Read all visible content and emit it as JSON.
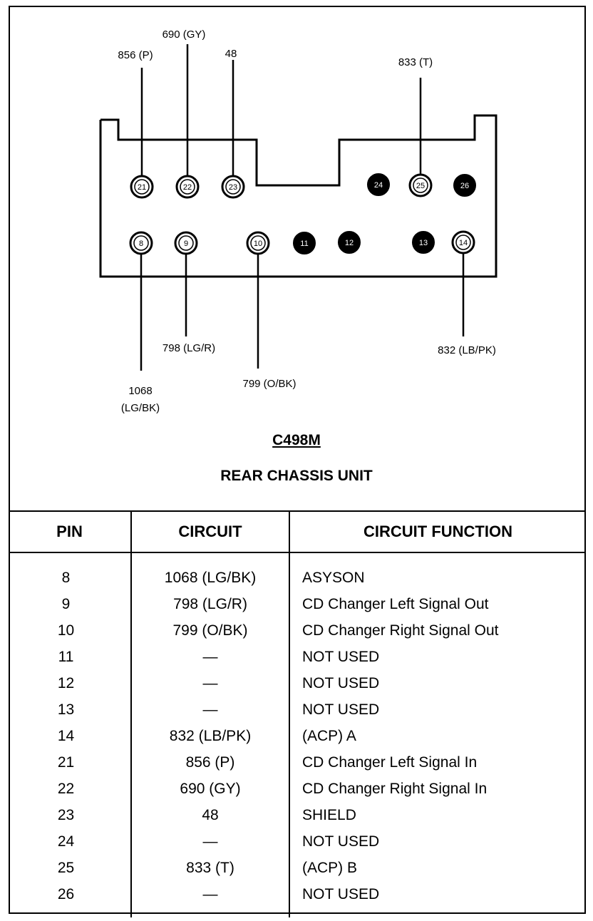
{
  "connector": {
    "name": "C498M",
    "description": "REAR CHASSIS UNIT"
  },
  "pins": [
    {
      "pin": "21",
      "filled": false,
      "wire": "856 (P)"
    },
    {
      "pin": "22",
      "filled": false,
      "wire": "690 (GY)"
    },
    {
      "pin": "23",
      "filled": false,
      "wire": "48"
    },
    {
      "pin": "24",
      "filled": true,
      "wire": ""
    },
    {
      "pin": "25",
      "filled": false,
      "wire": "833 (T)"
    },
    {
      "pin": "26",
      "filled": true,
      "wire": ""
    },
    {
      "pin": "8",
      "filled": false,
      "wire_line1": "1068",
      "wire_line2": "(LG/BK)"
    },
    {
      "pin": "9",
      "filled": false,
      "wire": "798 (LG/R)"
    },
    {
      "pin": "10",
      "filled": false,
      "wire": "799 (O/BK)"
    },
    {
      "pin": "11",
      "filled": true,
      "wire": ""
    },
    {
      "pin": "12",
      "filled": true,
      "wire": ""
    },
    {
      "pin": "13",
      "filled": true,
      "wire": ""
    },
    {
      "pin": "14",
      "filled": false,
      "wire": "832 (LB/PK)"
    }
  ],
  "table": {
    "headers": {
      "pin": "PIN",
      "circuit": "CIRCUIT",
      "function": "CIRCUIT FUNCTION"
    },
    "rows": [
      {
        "pin": "8",
        "circuit": "1068 (LG/BK)",
        "function": "ASYSON"
      },
      {
        "pin": "9",
        "circuit": "798 (LG/R)",
        "function": "CD Changer Left Signal Out"
      },
      {
        "pin": "10",
        "circuit": "799 (O/BK)",
        "function": "CD Changer Right Signal Out"
      },
      {
        "pin": "11",
        "circuit": "—",
        "function": "NOT USED"
      },
      {
        "pin": "12",
        "circuit": "—",
        "function": "NOT USED"
      },
      {
        "pin": "13",
        "circuit": "—",
        "function": "NOT USED"
      },
      {
        "pin": "14",
        "circuit": "832 (LB/PK)",
        "function": "(ACP) A"
      },
      {
        "pin": "21",
        "circuit": "856 (P)",
        "function": "CD Changer Left Signal In"
      },
      {
        "pin": "22",
        "circuit": "690 (GY)",
        "function": "CD Changer Right Signal In"
      },
      {
        "pin": "23",
        "circuit": "48",
        "function": "SHIELD"
      },
      {
        "pin": "24",
        "circuit": "—",
        "function": "NOT USED"
      },
      {
        "pin": "25",
        "circuit": "833 (T)",
        "function": "(ACP) B"
      },
      {
        "pin": "26",
        "circuit": "—",
        "function": "NOT USED"
      }
    ]
  }
}
